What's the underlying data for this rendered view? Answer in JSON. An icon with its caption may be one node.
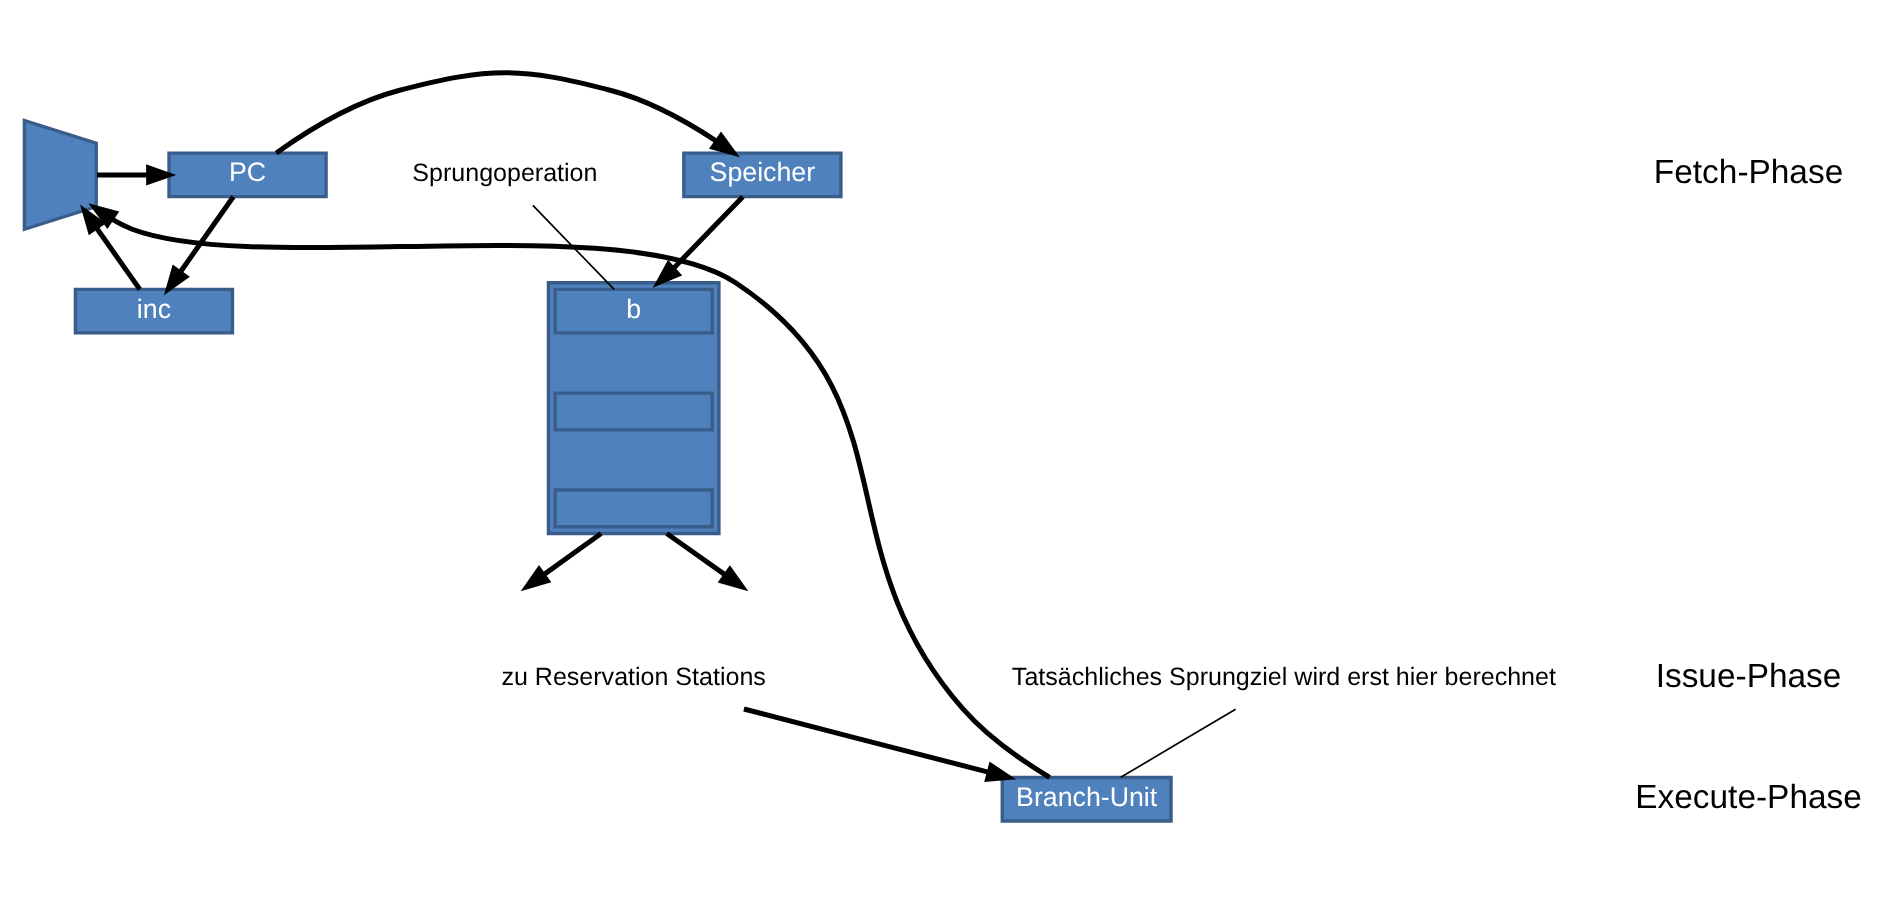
{
  "diagram": {
    "nodes": [
      {
        "text": [
          "Speicher"
        ]
      },
      {
        "text": [
          "PC"
        ]
      },
      {
        "text": [],
        "shape": "trapezoid"
      },
      {
        "text": [
          "inc"
        ]
      },
      {
        "text": [],
        "shape": "box"
      },
      {
        "text": [
          "b"
        ],
        "in": 4
      },
      {
        "text": [],
        "shape": "box",
        "in": 4
      },
      {
        "text": [],
        "shape": "box",
        "in": 4
      },
      {
        "text": [
          "Sprungoperation"
        ]
      },
      {
        "text": [
          "zu Reservation Stations"
        ]
      },
      {
        "text": [
          "Branch-Unit"
        ]
      },
      {
        "text": [
          "Tatsächliches Sprungziel wird erst hier berechnet"
        ]
      }
    ],
    "edges": [
      {
        "from": 1,
        "to": 0,
        "arrow": "to"
      },
      {
        "from": 2,
        "to": 1,
        "arrow": "to"
      },
      {
        "from": 1,
        "to": 3,
        "arrow": "to"
      },
      {
        "from": 3,
        "to": 2,
        "arrow": "to"
      },
      {
        "from": 10,
        "to": 2,
        "arrow": "to"
      },
      {
        "from": 0,
        "to": 4,
        "arrow": "to"
      },
      {
        "from": 4,
        "to": null,
        "arrow": "to"
      },
      {
        "from": 4,
        "to": null,
        "arrow": "to"
      },
      {
        "from": 9,
        "to": 10,
        "arrow": "to"
      },
      {
        "from": 8,
        "to": 5,
        "arrow": "none"
      },
      {
        "from": 11,
        "to": 10,
        "arrow": "none"
      }
    ],
    "labels": [
      "Fetch-Phase",
      "Issue-Phase",
      "Execute-Phase"
    ]
  }
}
